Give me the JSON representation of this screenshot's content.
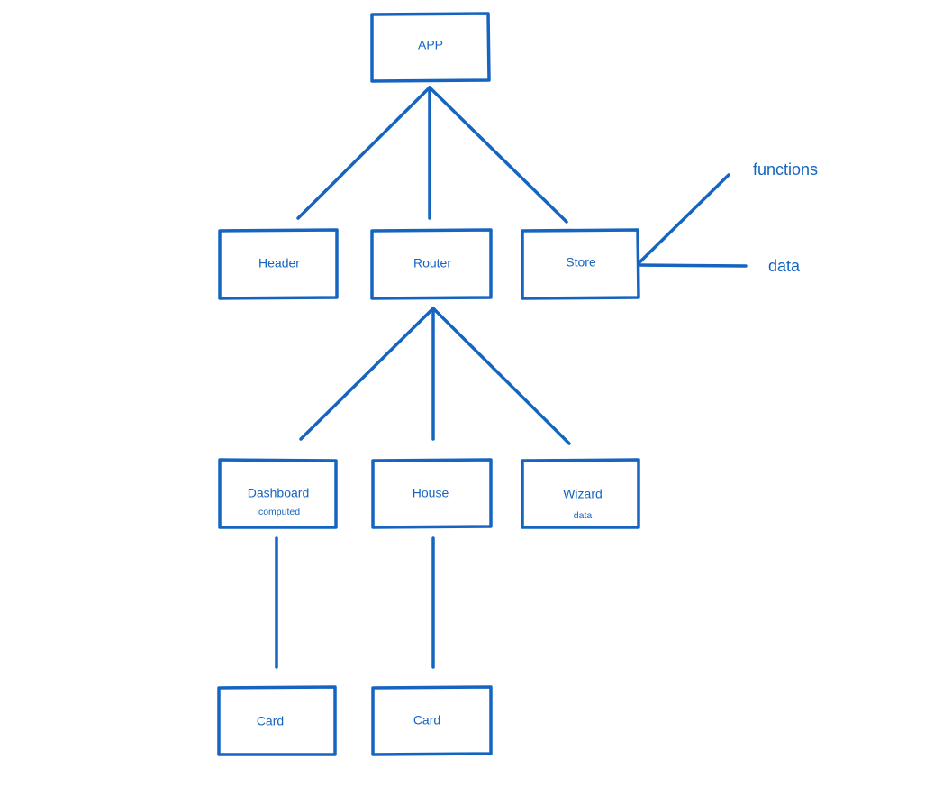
{
  "colors": {
    "ink": "#1565c0",
    "background": "#ffffff"
  },
  "nodes": {
    "app": {
      "label": "APP"
    },
    "header": {
      "label": "Header"
    },
    "router": {
      "label": "Router"
    },
    "store": {
      "label": "Store"
    },
    "dashboard": {
      "label": "Dashboard",
      "note": "computed"
    },
    "house": {
      "label": "House"
    },
    "wizard": {
      "label": "Wizard",
      "note": "data"
    },
    "dashboard_card": {
      "label": "Card"
    },
    "house_card": {
      "label": "Card"
    }
  },
  "annotations": {
    "functions": "functions",
    "data": "data"
  }
}
